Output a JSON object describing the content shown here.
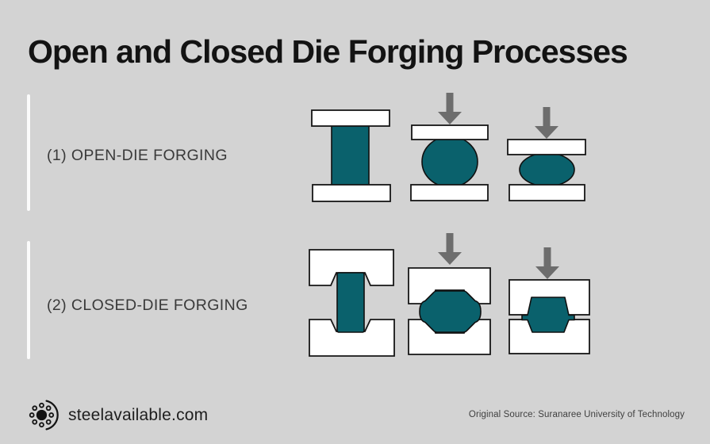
{
  "title": "Open and Closed Die Forging Processes",
  "rows": [
    {
      "label": "(1) OPEN-DIE FORGING",
      "stages": [
        "billet-between-flat-dies",
        "bulged-workpiece-under-press",
        "flattened-workpiece-under-press"
      ]
    },
    {
      "label": "(2) CLOSED-DIE FORGING",
      "stages": [
        "billet-in-die-cavity",
        "workpiece-filling-cavity-with-flash",
        "finished-part-with-flash"
      ]
    }
  ],
  "footer": {
    "brand": "steelavailable.com",
    "source": "Original Source: Suranaree University of Technology"
  },
  "icons": {
    "press_arrow": "down-arrow",
    "brand_logo": "ball-bearing-emblem"
  },
  "colors": {
    "background": "#d3d3d3",
    "workpiece_teal": "#0a616c",
    "die_white": "#ffffff",
    "outline": "#161616",
    "arrow_gray": "#6d6d6d",
    "accent_bar": "#fbfbfb",
    "title_text": "#131313",
    "label_text": "#3a3a3a",
    "logo_black": "#141414"
  }
}
